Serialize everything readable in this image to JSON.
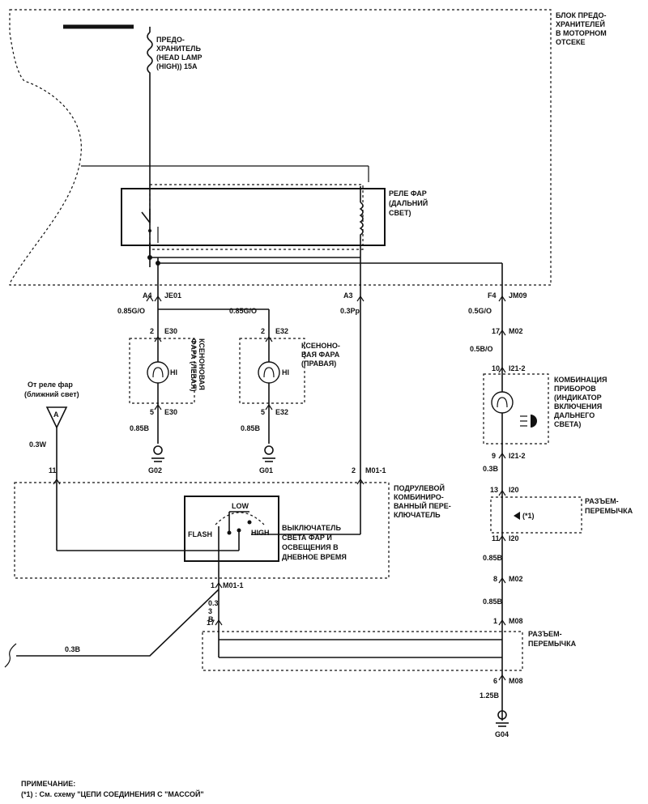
{
  "fuse_box": {
    "title": [
      "БЛОК ПРЕДО-",
      "ХРАНИТЕЛЕЙ",
      "В МОТОРНОМ",
      "ОТСЕКЕ"
    ]
  },
  "fuse": {
    "lines": [
      "ПРЕДО-",
      "ХРАНИТЕЛЬ",
      "(HEAD LAMP",
      "(HIGH)) 15A"
    ]
  },
  "relay": {
    "lines": [
      "РЕЛЕ ФАР",
      "(ДАЛЬНИЙ",
      "СВЕТ)"
    ]
  },
  "connectors": {
    "a4": "A4",
    "je01": "JE01",
    "a3": "A3",
    "f4": "F4",
    "jm09": "JM09",
    "e30_top": "E30",
    "e30_bot": "E30",
    "e32_top": "E32",
    "e32_bot": "E32",
    "m02_a": "M02",
    "i21_2a": "I21-2",
    "i21_2b": "I21-2",
    "i20_a": "I20",
    "i20_b": "I20",
    "m02_b": "M02",
    "m08_a": "M08",
    "m08_b": "M08",
    "m01_1a": "M01-1",
    "m01_1b": "M01-1"
  },
  "pins": {
    "p2a": "2",
    "p5a": "5",
    "p2b": "2",
    "p5b": "5",
    "p17a": "17",
    "p10": "10",
    "p9": "9",
    "p13": "13",
    "p11a": "11",
    "p8": "8",
    "p1a": "1",
    "p6": "6",
    "p11b": "11",
    "p2c": "2",
    "p1b": "1",
    "p3": "3",
    "p17b": "17"
  },
  "wires": {
    "w1": "0.85G/O",
    "w2": "0.85G/O",
    "w3": "0.3Pp",
    "w4": "0.5G/O",
    "w5": "0.5B/O",
    "w6": "0.85B",
    "w7": "0.85B",
    "w8": "0.3W",
    "w9": "0.3B",
    "w10": "0.85B",
    "w11": "0.85B",
    "w12": "1.25B",
    "w13": "0.3",
    "w14": "B",
    "w15": "0.3B"
  },
  "grounds": {
    "g02": "G02",
    "g01": "G01",
    "g04": "G04"
  },
  "headlamp_left": {
    "lines": [
      "КСЕНОНОВАЯ",
      "ФАРА (ЛЕВАЯ)"
    ],
    "label": "HI"
  },
  "headlamp_right": {
    "lines": [
      "КСЕНОНО-",
      "ВАЯ ФАРА",
      "(ПРАВАЯ)"
    ],
    "label": "HI"
  },
  "cluster": {
    "lines": [
      "КОМБИНАЦИЯ",
      "ПРИБОРОВ",
      "(ИНДИКАТОР",
      "ВКЛЮЧЕНИЯ",
      "ДАЛЬНЕГО",
      "СВЕТА)"
    ]
  },
  "low_relay_ref": {
    "lines": [
      "От реле фар",
      "(ближний свет)"
    ],
    "marker": "A"
  },
  "multifunction": {
    "lines": [
      "ПОДРУЛЕВОЙ",
      "КОМБИНИРО-",
      "ВАННЫЙ ПЕРЕ-",
      "КЛЮЧАТЕЛЬ"
    ]
  },
  "switch": {
    "lines": [
      "ВЫКЛЮЧАТЕЛЬ",
      "СВЕТА ФАР И",
      "ОСВЕЩЕНИЯ В",
      "ДНЕВНОЕ ВРЕМЯ"
    ],
    "flash": "FLASH",
    "low": "LOW",
    "high": "HIGH"
  },
  "jumper1": {
    "lines": [
      "РАЗЪЕМ-",
      "ПЕРЕМЫЧКА"
    ],
    "mark": "(*1)"
  },
  "jumper2": {
    "lines": [
      "РАЗЪЕМ-",
      "ПЕРЕМЫЧКА"
    ]
  },
  "note": {
    "title": "ПРИМЕЧАНИЕ:",
    "text": "(*1) : См. схему \"ЦЕПИ СОЕДИНЕНИЯ С \"МАССОЙ\""
  }
}
